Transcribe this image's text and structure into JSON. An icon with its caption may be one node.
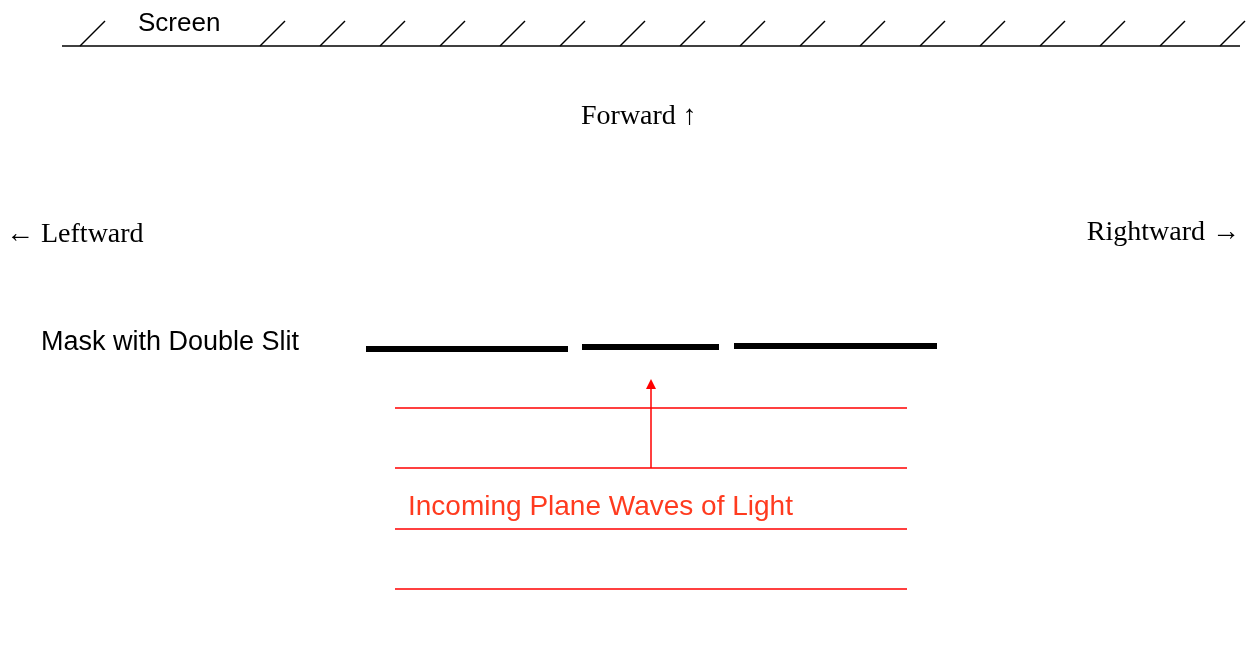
{
  "diagram": {
    "labels": [
      "Screen",
      "Forward ↑",
      "← Leftward",
      "Rightward →",
      "Mask with Double Slit",
      "Incoming Plane Waves of Light"
    ]
  }
}
